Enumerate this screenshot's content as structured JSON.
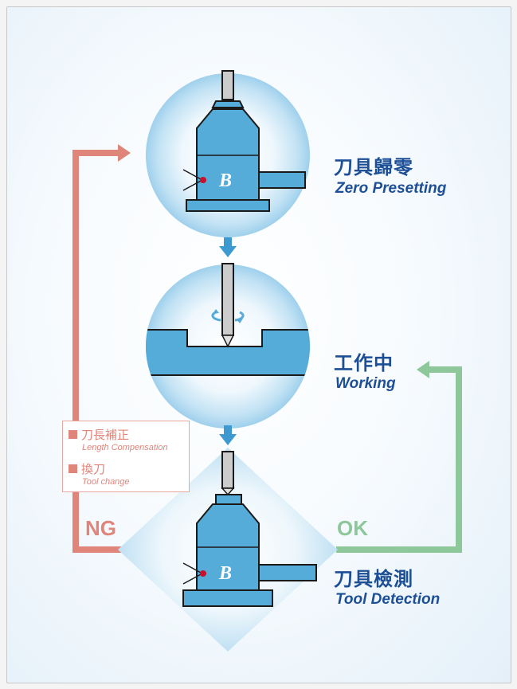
{
  "stages": {
    "zero_presetting": {
      "zh": "刀具歸零",
      "en": "Zero Presetting"
    },
    "working": {
      "zh": "工作中",
      "en": "Working"
    },
    "tool_detection": {
      "zh": "刀具檢測",
      "en": "Tool Detection"
    }
  },
  "outcomes": {
    "ng": "NG",
    "ok": "OK"
  },
  "ng_actions": [
    {
      "zh": "刀長補正",
      "en": "Length Compensation"
    },
    {
      "zh": "換刀",
      "en": "Tool change"
    }
  ],
  "logo_letter": "B",
  "colors": {
    "sensor_blue": "#56acd8",
    "outline": "#1a1a1a",
    "text_blue": "#1d4f96",
    "flow_arrow": "#3d9ad1",
    "ng_red": "#e0857a",
    "ok_green": "#8ec79a"
  }
}
